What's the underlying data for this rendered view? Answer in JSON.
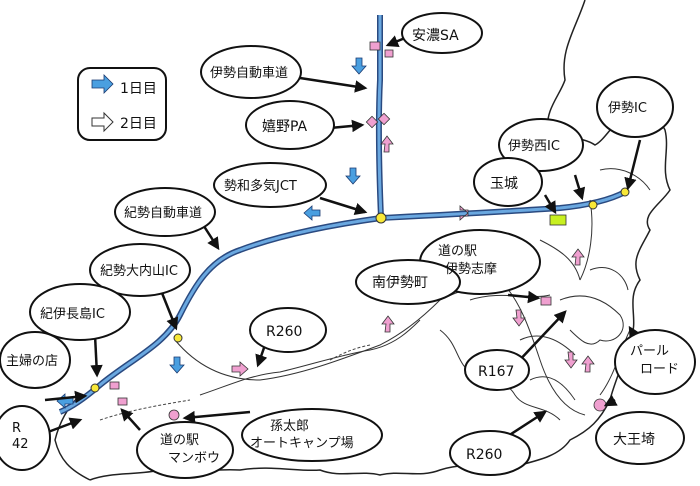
{
  "legend": {
    "day1": "1日目",
    "day2": "2日目",
    "day1_color": "#4a9fe0",
    "day2_color": "#f0a0d0"
  },
  "labels": {
    "anno_sa": "安濃SA",
    "ise_expressway": "伊勢自動車道",
    "iseno_pa": "嬉野PA",
    "seiwa_taki_jct": "勢和多気JCT",
    "kisei_expressway": "紀勢自動車道",
    "kisei_odai_ic": "紀勢大内山IC",
    "kii_nagashima_ic": "紀伊長島IC",
    "shufu_no_mise": "主婦の店",
    "r42": "R\n42",
    "michi_no_eki_manbou": "道の駅\nマンボウ",
    "magotaro_camp": "孫太郎\nオートキャンプ場",
    "r260_west": "R260",
    "minami_ise_town": "南伊勢町",
    "michi_no_eki_ise_shima": "道の駅\n伊勢志摩",
    "r167": "R167",
    "r260_south": "R260",
    "pearl_road": "パール\nロード",
    "daiosaki": "大王埼",
    "tamaru": "玉城",
    "ise_nishi_ic": "伊勢西IC",
    "ise_ic": "伊勢IC"
  },
  "colors": {
    "road": "#6aa8e0",
    "road_outline": "#2a4a80",
    "pink": "#f0a0d0",
    "green": "#c8f020",
    "yellow": "#f8e838",
    "ink": "#111111",
    "land": "#ffffff"
  }
}
